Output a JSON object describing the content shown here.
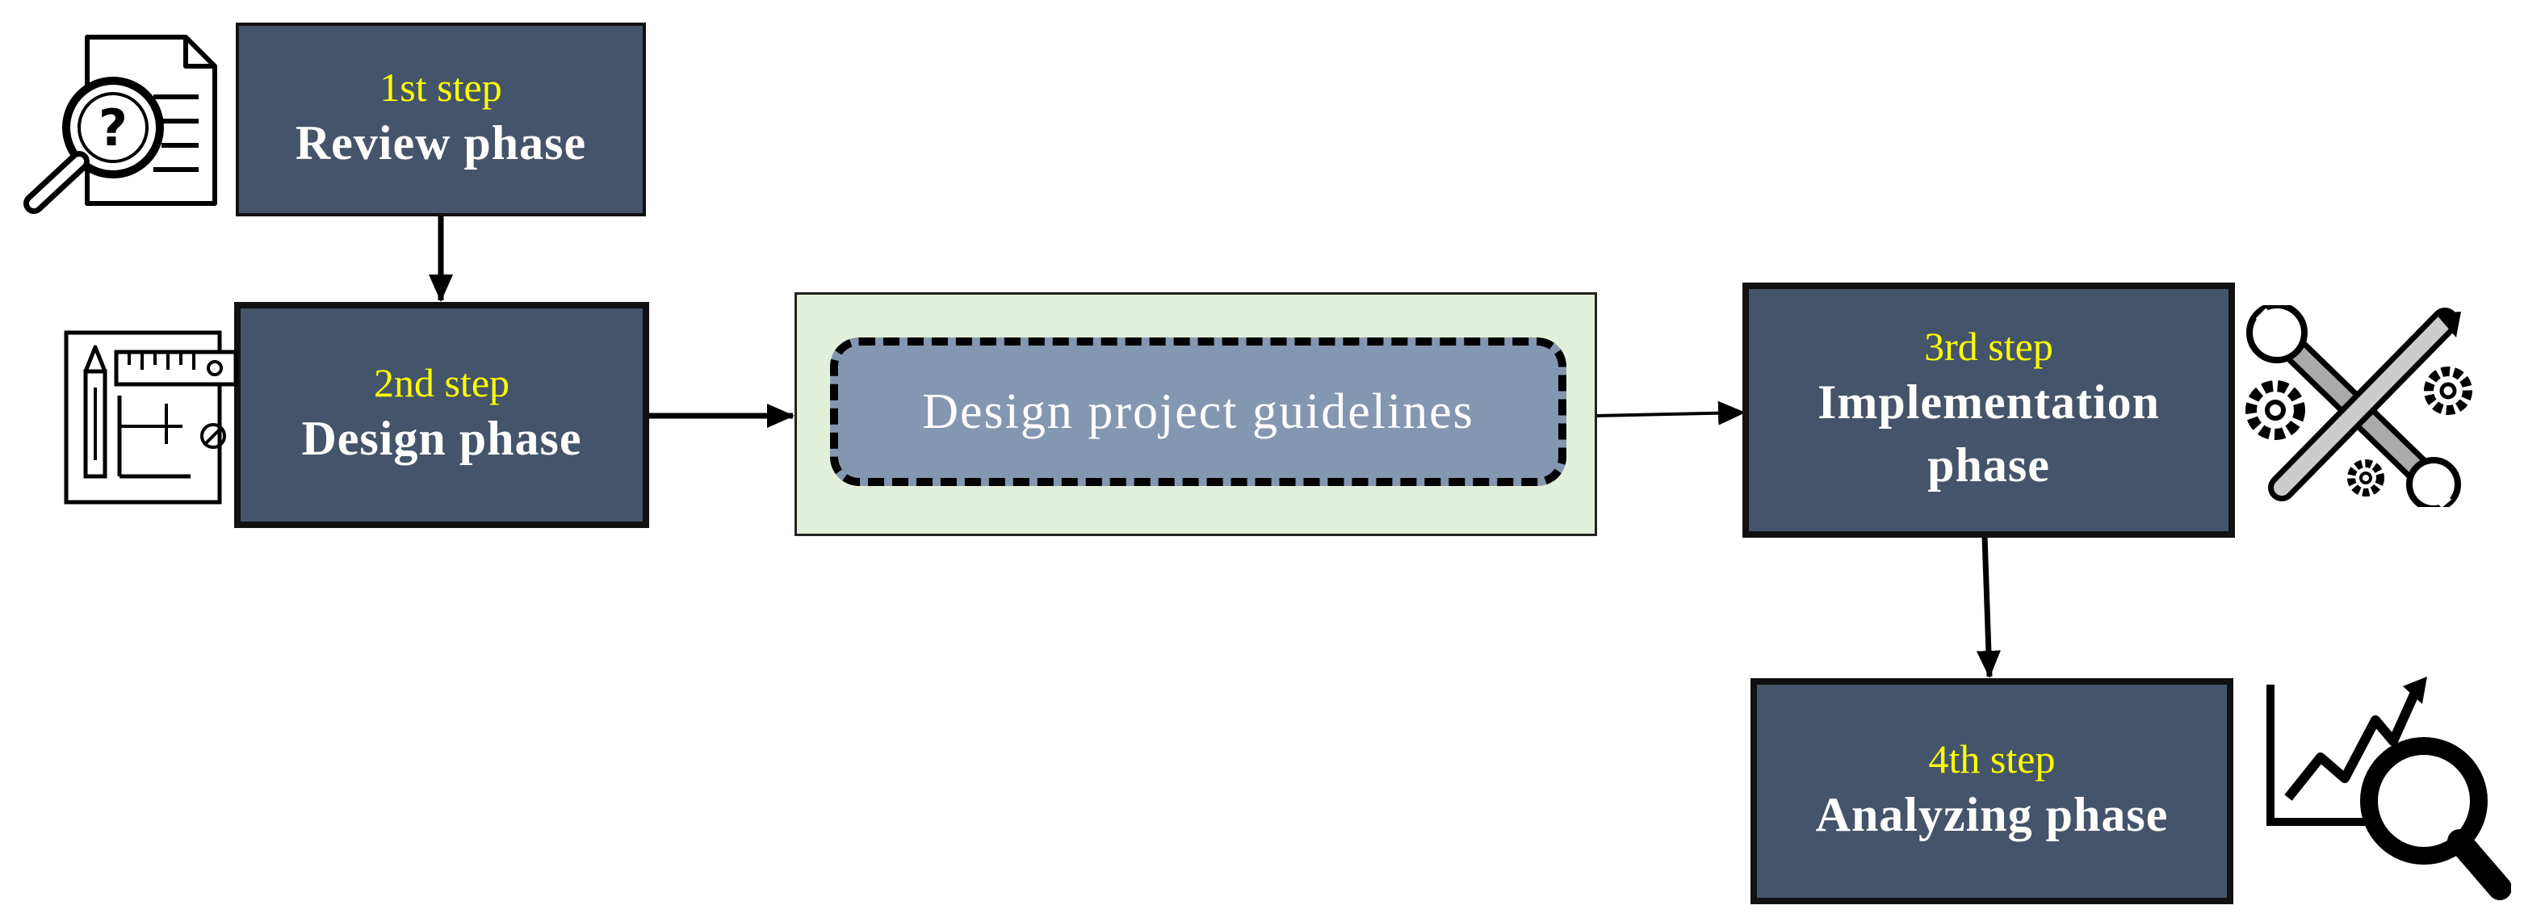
{
  "colors": {
    "box_fill": "#44546a",
    "step_text": "#ffff00",
    "phase_text": "#ffffff",
    "guidelines_outer_fill": "#e2efda",
    "guidelines_inner_fill": "#8497b0",
    "arrow": "#000000"
  },
  "steps": [
    {
      "step": "1st step",
      "phase": "Review phase",
      "icon": "document-magnifier-icon"
    },
    {
      "step": "2nd step",
      "phase": "Design phase",
      "icon": "drafting-tools-icon"
    },
    {
      "step": "3rd step",
      "phase_line1": "Implementation",
      "phase_line2": "phase",
      "icon": "tools-gears-icon"
    },
    {
      "step": "4th step",
      "phase": "Analyzing phase",
      "icon": "chart-magnifier-icon"
    }
  ],
  "guidelines": {
    "label": "Design project guidelines"
  },
  "connections": [
    {
      "from": "Review phase",
      "to": "Design phase"
    },
    {
      "from": "Design phase",
      "to": "Design project guidelines"
    },
    {
      "from": "Design project guidelines",
      "to": "Implementation phase"
    },
    {
      "from": "Implementation phase",
      "to": "Analyzing phase"
    }
  ]
}
